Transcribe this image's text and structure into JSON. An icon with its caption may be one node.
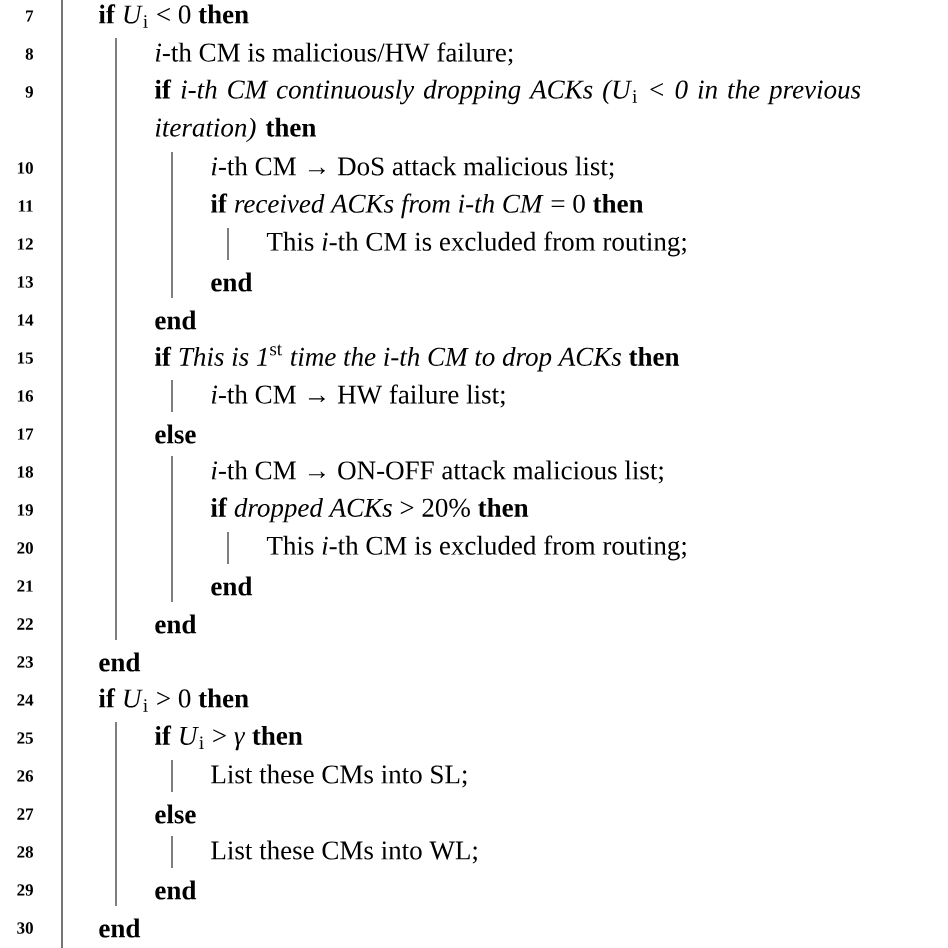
{
  "diagram": {
    "labels": [
      "7",
      "**if** *U*$_{i}$ < 0 **then**",
      "8",
      "*i*-th CM is malicious/HW failure;",
      "9",
      "**if** *i-th CM continuously dropping ACKs (U*$_{i}$ *< 0 in the previous iteration)* **then**",
      "10",
      "*i*-th CM → DoS attack malicious list;",
      "11",
      "**if** *received ACKs from i-th CM* = 0 **then**",
      "12",
      "This *i*-th CM is excluded from routing;",
      "13",
      "end",
      "14",
      "end",
      "15",
      "**if** *This is 1*$^{st}$ *time the i-th CM to drop ACKs* **then**",
      "16",
      "*i*-th CM → HW failure list;",
      "17",
      "else",
      "18",
      "*i*-th CM → ON-OFF attack malicious list;",
      "19",
      "**if** *dropped ACKs* > 20% **then**",
      "20",
      "This *i*-th CM is excluded from routing;",
      "21",
      "end",
      "22",
      "end",
      "23",
      "end",
      "24",
      "**if** *U*$_{i}$ > 0 **then**",
      "25",
      "**if** *U*$_{i}$ > *γ* **then**",
      "26",
      "List these CMs into SL;",
      "27",
      "else",
      "28",
      "List these CMs into WL;",
      "29",
      "end",
      "30",
      "end"
    ]
  }
}
